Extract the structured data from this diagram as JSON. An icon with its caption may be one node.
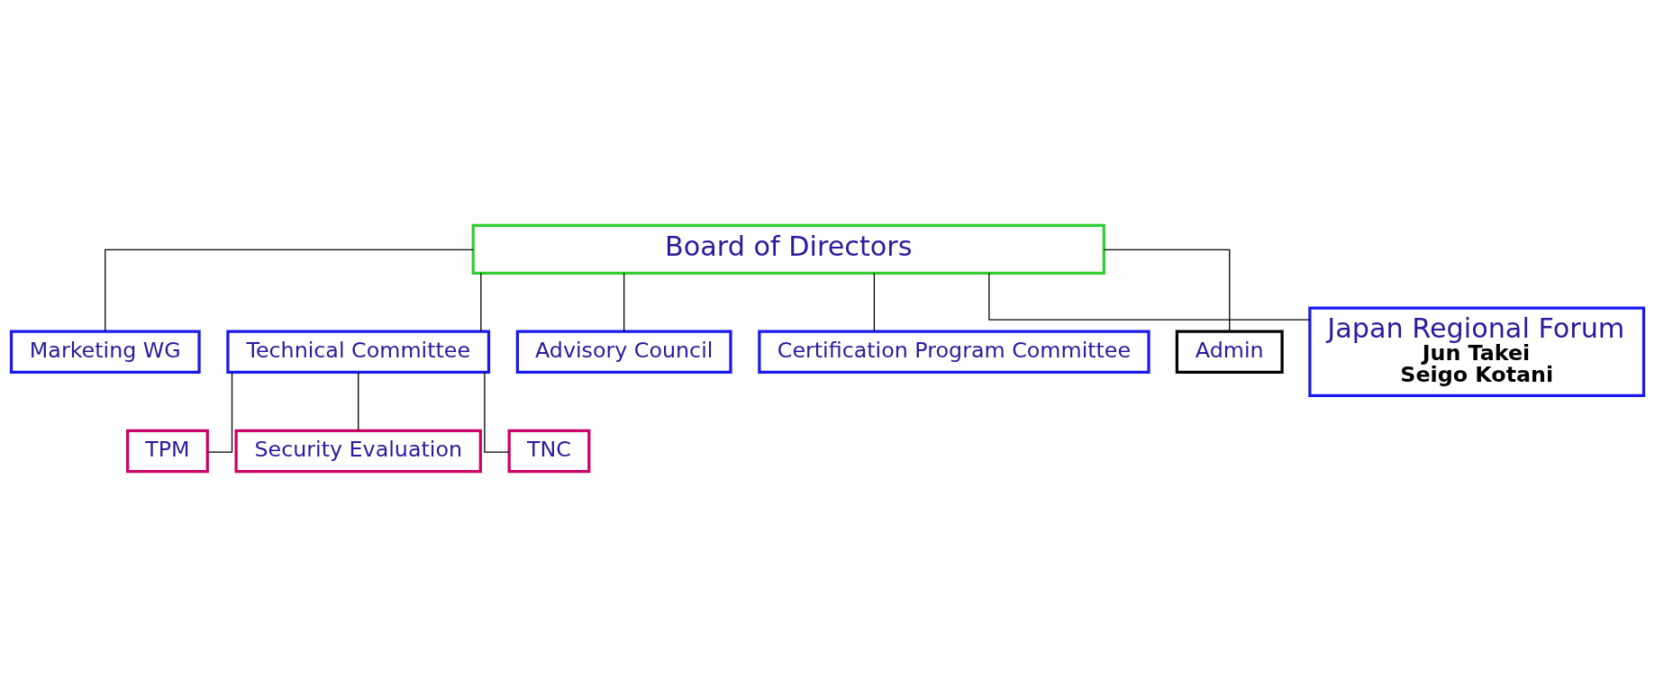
{
  "diagram": {
    "nodes": [
      {
        "text": [
          "Board of Directors"
        ]
      },
      {
        "text": [
          "Marketing WG"
        ]
      },
      {
        "text": [
          "Technical Committee"
        ]
      },
      {
        "text": [
          "Advisory Council"
        ]
      },
      {
        "text": [
          "Certification Program Committee"
        ]
      },
      {
        "text": [
          "Admin"
        ]
      },
      {
        "text": [
          "TPM"
        ]
      },
      {
        "text": [
          "Security Evaluation"
        ]
      },
      {
        "text": [
          "TNC"
        ]
      },
      {
        "text": [
          "Japan Regional Forum",
          "Jun Takei",
          "Seigo Kotani"
        ]
      }
    ],
    "edges": [
      {
        "from": 0,
        "to": 1,
        "arrow": "none"
      },
      {
        "from": 0,
        "to": 2,
        "arrow": "none"
      },
      {
        "from": 0,
        "to": 3,
        "arrow": "none"
      },
      {
        "from": 0,
        "to": 4,
        "arrow": "none"
      },
      {
        "from": 0,
        "to": 9,
        "arrow": "none"
      },
      {
        "from": 0,
        "to": 5,
        "arrow": "none"
      },
      {
        "from": 2,
        "to": 6,
        "arrow": "none"
      },
      {
        "from": 2,
        "to": 7,
        "arrow": "none"
      },
      {
        "from": 2,
        "to": 8,
        "arrow": "none"
      }
    ]
  }
}
